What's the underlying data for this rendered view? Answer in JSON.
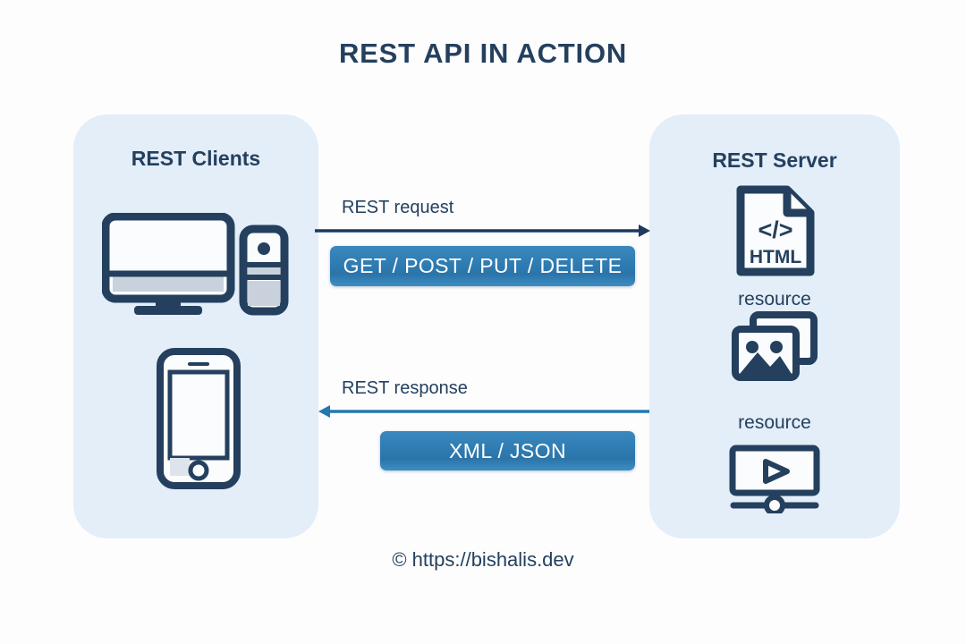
{
  "title": "REST API IN ACTION",
  "colors": {
    "ink": "#24405e",
    "panel_bg": "#e3eef9",
    "badge_blue": "#2f7cb2",
    "request_arrow": "#1e3a5f",
    "response_arrow": "#2478ad",
    "page_bg": "#fdfdfe"
  },
  "clients": {
    "title": "REST Clients",
    "icons": [
      {
        "name": "desktop-computer-icon",
        "label": ""
      },
      {
        "name": "smartphone-icon",
        "label": ""
      }
    ]
  },
  "server": {
    "title": "REST Server",
    "resources": [
      {
        "icon": "html-document-icon",
        "icon_text": "HTML",
        "code_glyph": "</>",
        "label": "resource"
      },
      {
        "icon": "images-stack-icon",
        "label": "resource"
      },
      {
        "icon": "video-player-icon",
        "label": ""
      }
    ]
  },
  "flow": {
    "request": {
      "label": "REST request",
      "direction": "right",
      "badge": "GET / POST / PUT /  DELETE"
    },
    "response": {
      "label": "REST response",
      "direction": "left",
      "badge": "XML / JSON"
    }
  },
  "footer": "© https://bishalis.dev"
}
